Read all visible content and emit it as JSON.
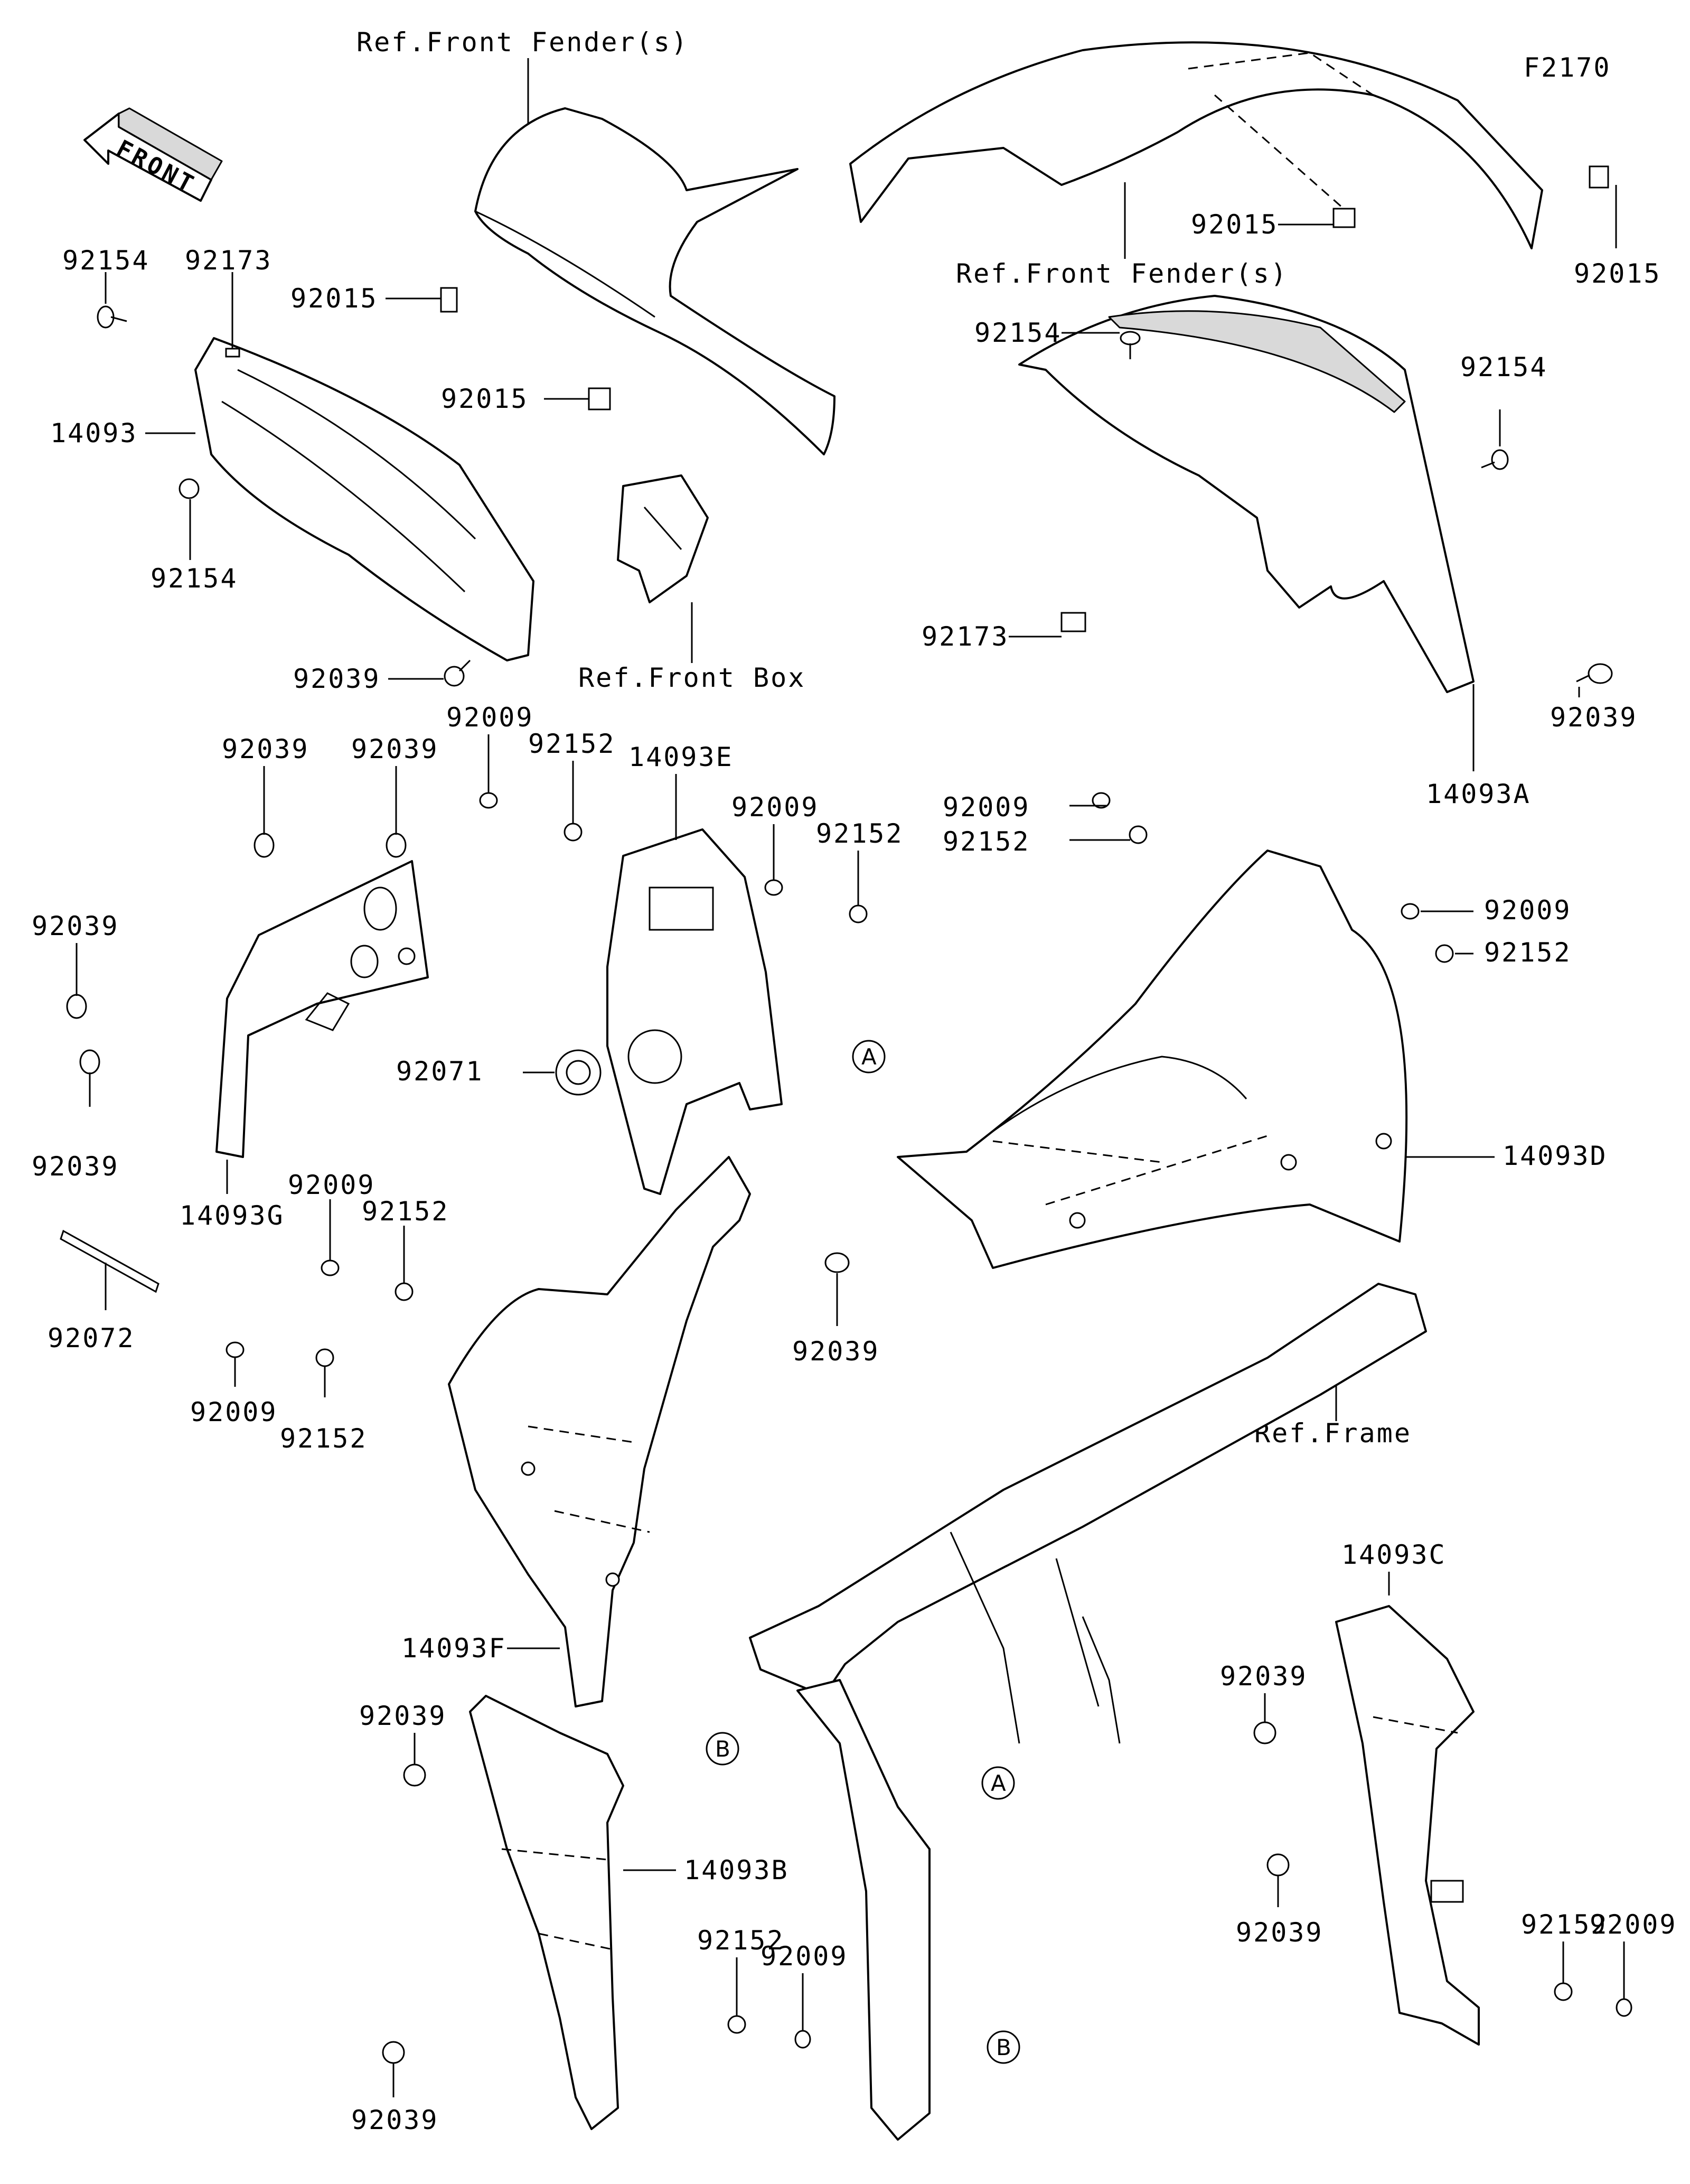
{
  "figure_code": "F2170",
  "direction": {
    "text": "FRONT",
    "icon": "front-arrow-icon"
  },
  "refs": {
    "front_fender_left": "Ref.Front Fender(s)",
    "front_fender_right": "Ref.Front Fender(s)",
    "front_box": "Ref.Front Box",
    "frame": "Ref.Frame"
  },
  "callouts": {
    "a1": "A",
    "a2": "A",
    "b1": "B",
    "b2": "B"
  },
  "parts": {
    "p01": "92154",
    "p02": "92173",
    "p03": "92015",
    "p04": "92015",
    "p05": "14093",
    "p06": "92154",
    "p07": "92039",
    "p08": "92015",
    "p09": "92015",
    "p10": "92154",
    "p11": "92154",
    "p12": "92173",
    "p13": "92039",
    "p14": "14093A",
    "p15": "92039",
    "p16": "92039",
    "p17": "92009",
    "p18": "92152",
    "p19": "14093E",
    "p20": "92009",
    "p21": "92152",
    "p22": "92039",
    "p23": "92039",
    "p24": "14093G",
    "p25": "92071",
    "p26": "92009",
    "p27": "92152",
    "p28": "92009",
    "p29": "92152",
    "p30": "14093D",
    "p31": "92072",
    "p32": "92009",
    "p33": "92152",
    "p34": "92009",
    "p35": "92152",
    "p36": "92039",
    "p37": "14093F",
    "p38": "14093C",
    "p39": "92039",
    "p40": "92039",
    "p41": "14093B",
    "p42": "92152",
    "p43": "92009",
    "p44": "92039",
    "p45": "92152",
    "p46": "92009",
    "p47": "92039"
  }
}
